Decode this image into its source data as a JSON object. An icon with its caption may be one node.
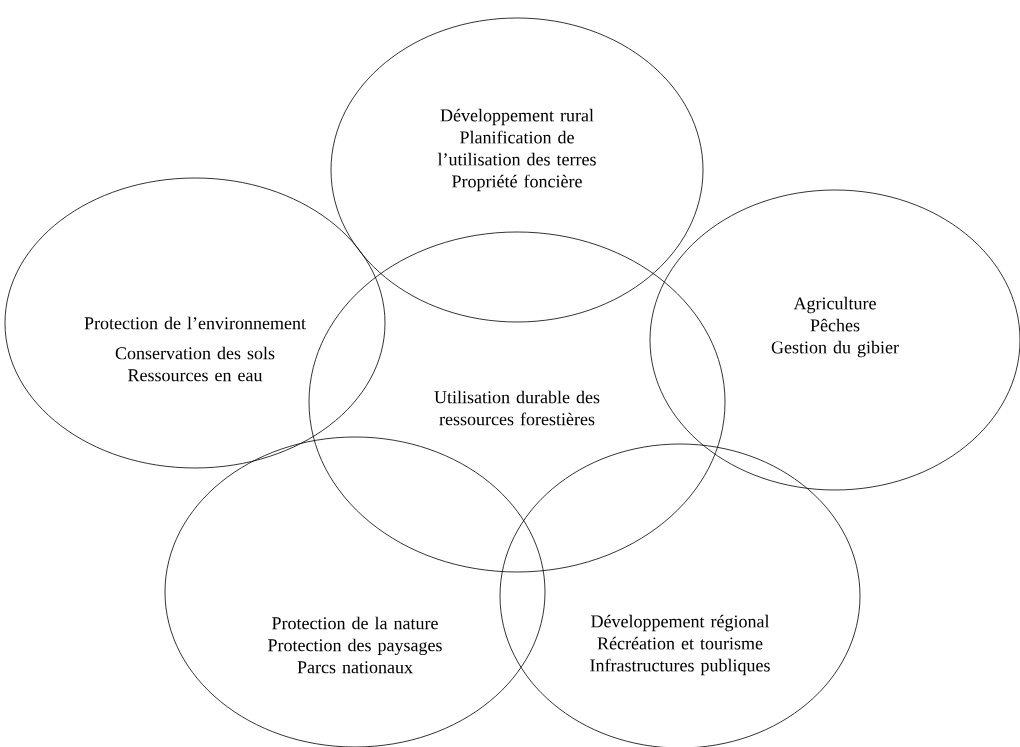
{
  "diagram": {
    "nodes": [
      {
        "text": [
          "Développement rural",
          "Planification de l’utilisation des terres",
          "Propriété foncière"
        ]
      },
      {
        "text": [
          "Protection de l’environnement",
          "Conservation des sols",
          "Ressources en eau"
        ]
      },
      {
        "text": [
          "Utilisation durable des ressources forestières"
        ]
      },
      {
        "text": [
          "Agriculture",
          "Pêches",
          "Gestion du gibier"
        ]
      },
      {
        "text": [
          "Protection de la nature",
          "Protection des paysages",
          "Parcs nationaux"
        ]
      },
      {
        "text": [
          "Développement régional",
          "Récréation et tourisme",
          "Infrastructures publiques"
        ]
      }
    ]
  }
}
